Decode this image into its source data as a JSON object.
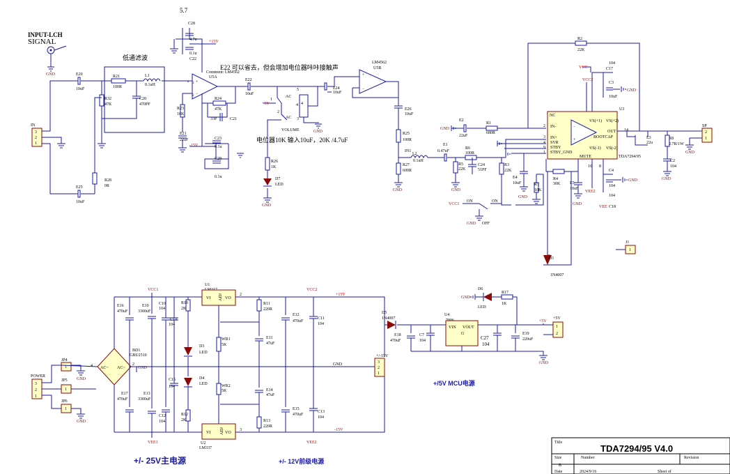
{
  "title_block": {
    "title_label": "Title",
    "title": "TDA7294/95 V4.0",
    "size_label": "Size",
    "size_value": "B",
    "number_label": "Number",
    "revision_label": "Revision",
    "date_label": "Date",
    "date_value": "2024/9/16",
    "sheet_label": "Sheet of"
  },
  "notes": {
    "top_number": "5.7",
    "e22_note": "E22 可以省去，但会增加电位器咔咔接触声",
    "comment": "Comment: LM4562",
    "pot_note": "电位器10K 输入10uF，20K /4.7uF",
    "lowpass": "低通滤波",
    "input_label": "INPUT-LCH",
    "signal_label": "SIGNAL",
    "main_psu": "+/- 25V主电源",
    "pre_psu": "+/- 12V前级电源",
    "mcu_psu": "+/5V MCU电源"
  },
  "labels": {
    "gnd": "GND",
    "p15v": "+15V",
    "m15v": "-15V",
    "p5v": "+5V",
    "pm15v": "+/-15V",
    "vcc1": "VCC1",
    "vcc2": "VCC2",
    "vee1": "VEE1",
    "vee2": "VEE2",
    "vcc": "VCC",
    "vee": "VEE",
    "in": "IN",
    "in1": "IN1",
    "sp": "SP",
    "power": "POWER",
    "on": "ON",
    "off": "OFF",
    "volume": "VOLUME",
    "ac": "AC",
    "led": "LED"
  },
  "parts": {
    "u5a": "U5A",
    "lm4562": "LM4562",
    "u5b": "U5B",
    "u3": "U3",
    "tda": "TDA7294/95",
    "u1": "U1",
    "lm317": "LM317",
    "u2": "U2",
    "lm337": "LM337",
    "u4": "U4",
    "reg7806": "7806",
    "vin": "VIN",
    "vout": "VOUT",
    "vi": "VI",
    "vo": "VO",
    "adj": "ADJ",
    "bd1": "BD1",
    "bd1_part": "GBU2510",
    "d1": "D1",
    "d1_part": "1N4007",
    "d5": "D5",
    "d5_part": "1N4007",
    "d3": "D3",
    "d4": "D4",
    "d6": "D6",
    "d7": "D7",
    "j1": "J1",
    "jp4": "JP4",
    "jp5": "JP5",
    "jp6": "JP6"
  },
  "tda_pins": {
    "in_minus": "IN-",
    "in_plus": "IN+",
    "svr": "SVR",
    "stby": "STBY",
    "stby_gnd": "STBY_GND",
    "mute": "MUTE",
    "out": "OUT",
    "bootcap": "BOOTCAP",
    "vs_p1": "VS(+1)",
    "vs_p2": "VS(+2)",
    "vs_m1": "VS(-1)",
    "vs_m2": "VS(-2)",
    "nc": "NC"
  },
  "components": {
    "c28": "C28",
    "c28_v": "4.7u",
    "c22": "C22",
    "c22_v": "0.1u",
    "c23": "C23",
    "c23_v": "0.1u",
    "c29": "C29",
    "c29_v": "0.1u",
    "e20": "E20",
    "e20_v": "10uF",
    "e25": "E25",
    "e25_v": "10uF",
    "r21": "R21",
    "r21_v": "100R",
    "l1": "L1",
    "l1_v": "0.1uH",
    "c20": "C20",
    "c20_v": "470PF",
    "r32": "R32",
    "r32_v": "47K",
    "r28": "R28",
    "r28_v": "0R",
    "r23": "R23",
    "r23_v": "10K",
    "e21": "E21",
    "e21_v": "22uF",
    "r24": "R24",
    "r24_v": "47K",
    "c21": "C21",
    "c21_v": "33P",
    "e22": "E22",
    "e22_v": "10uF",
    "e24": "E24",
    "e24_v": "10uF",
    "r26": "R26",
    "r26_v": "1K",
    "e26": "E26",
    "e26_v": "10uF",
    "r25": "R25",
    "r25_v": "100R",
    "r27": "R27",
    "r27_v": "600R",
    "l2": "L2",
    "l2_v": "0.1uH",
    "e1": "E1",
    "e1_v": "0.47uF",
    "r5": "R5",
    "r5_v": "22K",
    "r6": "R6",
    "r6_v": "100R",
    "c24": "C24",
    "c24_v": "51PF",
    "e2": "E2",
    "e2_v": "22uF",
    "r1": "R1",
    "r1_v": "680R",
    "r3": "R3",
    "r3_v": "22K",
    "e4": "E4",
    "e4_v": "10uF",
    "r7": "R7",
    "r7_v": "10K",
    "r4": "R4",
    "r4_v": "30K",
    "e5": "E5",
    "e5_v": "10uF",
    "r2": "R2",
    "r2_v": "22K",
    "c17": "C17",
    "c17_v": "104",
    "c3": "C3",
    "c3_v": "10uF",
    "c4": "C4",
    "c4_v": "104",
    "c18": "C18",
    "c18_v": "104",
    "e3": "E3",
    "e3_v": "22u",
    "r8": "R8",
    "r8_v": "2.7R/1W",
    "c2": "C2",
    "c2_v": "104",
    "e16": "E16",
    "e16_v": "470uF",
    "e10": "E10",
    "e10_v": "3300uF",
    "c10": "C10",
    "c10_v": "104",
    "c14": "C14",
    "c14_v": "104",
    "e17": "E17",
    "e17_v": "470uF",
    "e13": "E13",
    "e13_v": "3300uF",
    "c12": "C12",
    "c12_v": "104",
    "c15": "C15",
    "c15_v": "104",
    "r10": "R10",
    "r10_v": "2K",
    "r12": "R12",
    "r12_v": "2K",
    "wr1": "WR1",
    "wr1_v": "5K",
    "wr2": "WR2",
    "wr2_v": "5K",
    "r11": "R11",
    "r11_v": "220R",
    "r13": "R13",
    "r13_v": "220R",
    "e11": "E11",
    "e11_v": "47uF",
    "e14": "E14",
    "e14_v": "47uF",
    "e12": "E12",
    "e12_v": "470uF",
    "e15": "E15",
    "e15_v": "470uF",
    "c11": "C11",
    "c11_v": "104",
    "c13": "C13",
    "c13_v": "104",
    "e18": "E18",
    "e18_v": "470uF",
    "c7": "C7",
    "c7_v": "104",
    "c27": "C27",
    "c27_v": "104",
    "e19": "E19",
    "e19_v": "220uF",
    "r17": "R17",
    "r17_v": "1K"
  }
}
